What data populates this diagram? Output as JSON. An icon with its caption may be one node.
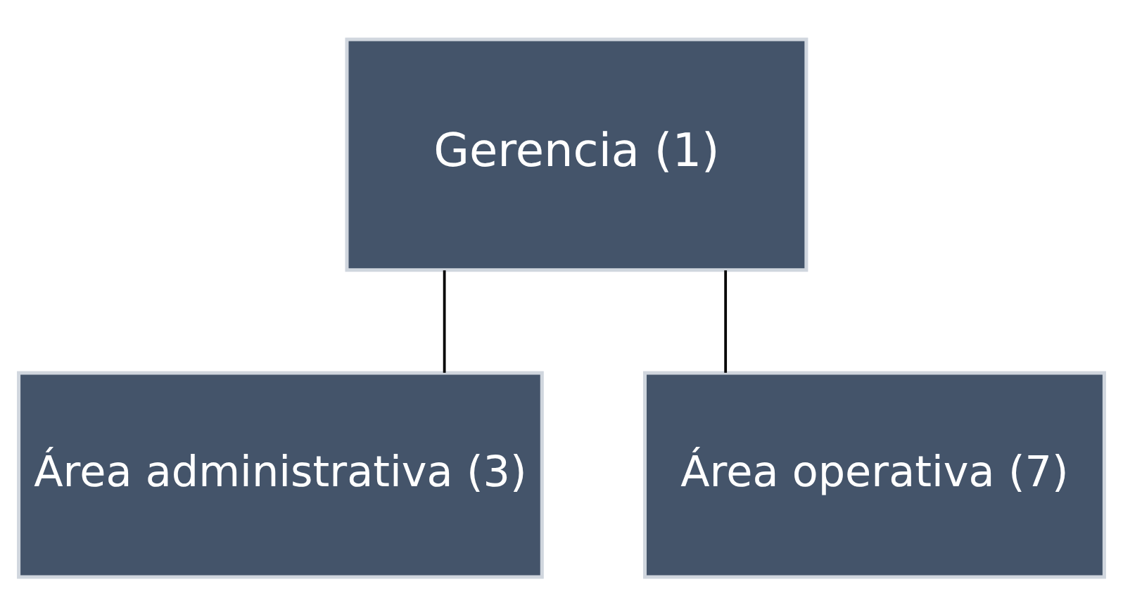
{
  "diagram": {
    "nodes": [
      {
        "text": [
          "Gerencia (1)"
        ]
      },
      {
        "text": [
          "Área administrativa (3)"
        ]
      },
      {
        "text": [
          "Área operativa (7)"
        ]
      }
    ],
    "edges": [
      {
        "from": 0,
        "to": 1,
        "arrow": "none"
      },
      {
        "from": 0,
        "to": 2,
        "arrow": "none"
      }
    ]
  }
}
